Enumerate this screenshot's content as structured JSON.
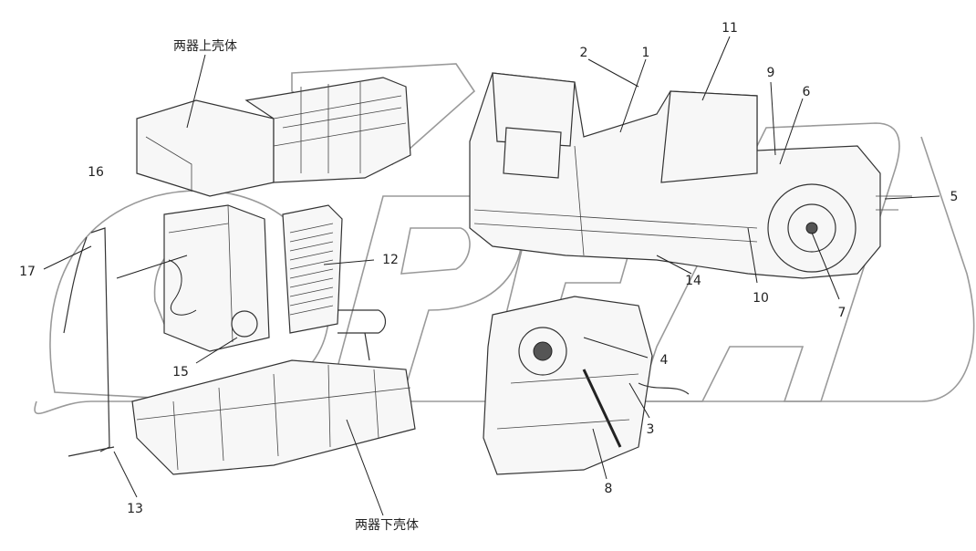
{
  "titles": {
    "upper": "两器上壳体",
    "lower": "两器下壳体"
  },
  "callouts": [
    "1",
    "2",
    "3",
    "4",
    "5",
    "6",
    "7",
    "8",
    "9",
    "10",
    "11",
    "12",
    "13",
    "14",
    "15",
    "16",
    "17"
  ]
}
